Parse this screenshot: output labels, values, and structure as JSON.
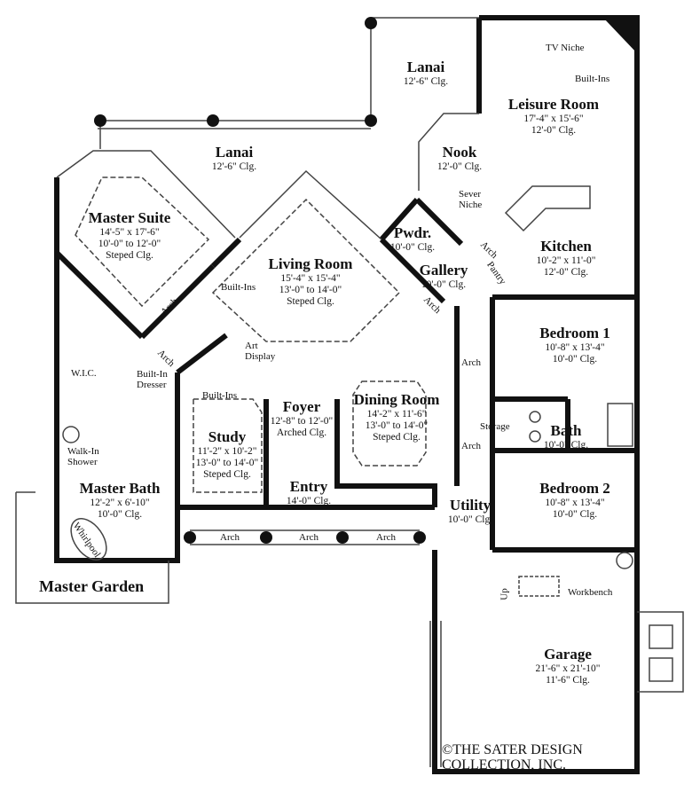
{
  "rooms": [
    {
      "name": "Lanai",
      "lines": [
        "12'-6\" Clg."
      ]
    },
    {
      "name": "Lanai",
      "lines": [
        "12'-6\" Clg."
      ]
    },
    {
      "name": "Leisure Room",
      "lines": [
        "17'-4\" x  15'-6\"",
        "12'-0\" Clg."
      ]
    },
    {
      "name": "Nook",
      "lines": [
        "12'-0\" Clg."
      ]
    },
    {
      "name": "Master Suite",
      "lines": [
        "14'-5\" x  17'-6\"",
        "10'-0\" to 12'-0\"",
        "Steped Clg."
      ]
    },
    {
      "name": "Living Room",
      "lines": [
        "15'-4\" x  15'-4\"",
        "13'-0\" to 14'-0\"",
        "Steped Clg."
      ]
    },
    {
      "name": "Pwdr.",
      "lines": [
        "10'-0\" Clg."
      ]
    },
    {
      "name": "Gallery",
      "lines": [
        "10'-0\" Clg."
      ]
    },
    {
      "name": "Kitchen",
      "lines": [
        "10'-2\" x  11'-0\"",
        "12'-0\" Clg."
      ]
    },
    {
      "name": "Bedroom 1",
      "lines": [
        "10'-8\" x  13'-4\"",
        "10'-0\" Clg."
      ]
    },
    {
      "name": "Bath",
      "lines": [
        "10'-0\" Clg."
      ]
    },
    {
      "name": "Dining Room",
      "lines": [
        "14'-2\" x  11'-6\"",
        "13'-0\" to 14'-0\"",
        "Steped Clg."
      ]
    },
    {
      "name": "Foyer",
      "lines": [
        "12'-8\" to 12'-0\"",
        "Arched Clg."
      ]
    },
    {
      "name": "Study",
      "lines": [
        "11'-2\" x  10'-2\"",
        "13'-0\" to 14'-0\"",
        "Steped Clg."
      ]
    },
    {
      "name": "Entry",
      "lines": [
        "14'-0\" Clg."
      ]
    },
    {
      "name": "Master Bath",
      "lines": [
        "12'-2\" x  6'-10\"",
        "10'-0\" Clg."
      ]
    },
    {
      "name": "Utility",
      "lines": [
        "10'-0\" Clg."
      ]
    },
    {
      "name": "Bedroom 2",
      "lines": [
        "10'-8\" x  13'-4\"",
        "10'-0\" Clg."
      ]
    },
    {
      "name": "Garage",
      "lines": [
        "21'-6\" x  21'-10\"",
        "11'-6\" Clg."
      ]
    }
  ],
  "notes": [
    "TV Niche",
    "Built-Ins",
    "Sever",
    "Niche",
    "Built-Ins",
    "Arch",
    "Arch",
    "Art",
    "Display",
    "Built-In",
    "Dresser",
    "W.I.C.",
    "Built-Ins",
    "Arch",
    "Arch",
    "Pantry",
    "Arch",
    "Storage",
    "Arch",
    "Walk-In",
    "Shower",
    "Whirlpool",
    "Arch",
    "Arch",
    "Arch",
    "Up",
    "Workbench"
  ],
  "master_garden": "Master Garden",
  "copyright": [
    "©THE SATER DESIGN",
    "COLLECTION, INC."
  ],
  "colors": {
    "wall": "#111111",
    "line": "#444444",
    "background": "#ffffff"
  }
}
